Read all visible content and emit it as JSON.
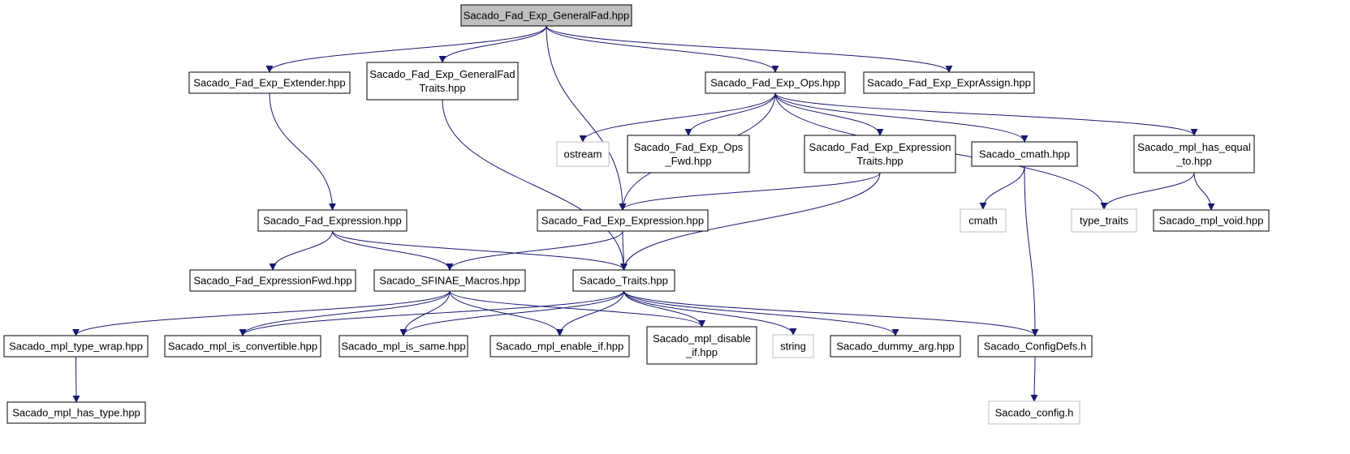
{
  "colors": {
    "background": "#ffffff",
    "root_fill": "#bfbfbf",
    "node_fill": "#ffffff",
    "node_border": "#000000",
    "system_border": "#bfbfbf",
    "edge": "#191970"
  },
  "nodes": {
    "root": {
      "lines": [
        "Sacado_Fad_Exp_GeneralFad.hpp"
      ],
      "kind": "root"
    },
    "extender": {
      "lines": [
        "Sacado_Fad_Exp_Extender.hpp"
      ],
      "kind": "file"
    },
    "generalfad_traits": {
      "lines": [
        "Sacado_Fad_Exp_GeneralFad",
        "Traits.hpp"
      ],
      "kind": "file"
    },
    "ops": {
      "lines": [
        "Sacado_Fad_Exp_Ops.hpp"
      ],
      "kind": "file"
    },
    "exprassign": {
      "lines": [
        "Sacado_Fad_Exp_ExprAssign.hpp"
      ],
      "kind": "file"
    },
    "ostream": {
      "lines": [
        "ostream"
      ],
      "kind": "system"
    },
    "ops_fwd": {
      "lines": [
        "Sacado_Fad_Exp_Ops",
        "_Fwd.hpp"
      ],
      "kind": "file"
    },
    "expression_traits": {
      "lines": [
        "Sacado_Fad_Exp_Expression",
        "Traits.hpp"
      ],
      "kind": "file"
    },
    "cmath_hpp": {
      "lines": [
        "Sacado_cmath.hpp"
      ],
      "kind": "file"
    },
    "mpl_has_equal_to": {
      "lines": [
        "Sacado_mpl_has_equal",
        "_to.hpp"
      ],
      "kind": "file"
    },
    "fad_expression": {
      "lines": [
        "Sacado_Fad_Expression.hpp"
      ],
      "kind": "file"
    },
    "exp_expression": {
      "lines": [
        "Sacado_Fad_Exp_Expression.hpp"
      ],
      "kind": "file"
    },
    "cmath": {
      "lines": [
        "cmath"
      ],
      "kind": "system"
    },
    "type_traits": {
      "lines": [
        "type_traits"
      ],
      "kind": "system"
    },
    "mpl_void": {
      "lines": [
        "Sacado_mpl_void.hpp"
      ],
      "kind": "file"
    },
    "expression_fwd": {
      "lines": [
        "Sacado_Fad_ExpressionFwd.hpp"
      ],
      "kind": "file"
    },
    "sfinae_macros": {
      "lines": [
        "Sacado_SFINAE_Macros.hpp"
      ],
      "kind": "file"
    },
    "traits": {
      "lines": [
        "Sacado_Traits.hpp"
      ],
      "kind": "file"
    },
    "mpl_type_wrap": {
      "lines": [
        "Sacado_mpl_type_wrap.hpp"
      ],
      "kind": "file"
    },
    "mpl_is_convertible": {
      "lines": [
        "Sacado_mpl_is_convertible.hpp"
      ],
      "kind": "file"
    },
    "mpl_is_same": {
      "lines": [
        "Sacado_mpl_is_same.hpp"
      ],
      "kind": "file"
    },
    "mpl_enable_if": {
      "lines": [
        "Sacado_mpl_enable_if.hpp"
      ],
      "kind": "file"
    },
    "mpl_disable_if": {
      "lines": [
        "Sacado_mpl_disable",
        "_if.hpp"
      ],
      "kind": "file"
    },
    "string": {
      "lines": [
        "string"
      ],
      "kind": "system"
    },
    "dummy_arg": {
      "lines": [
        "Sacado_dummy_arg.hpp"
      ],
      "kind": "file"
    },
    "configdefs": {
      "lines": [
        "Sacado_ConfigDefs.h"
      ],
      "kind": "file"
    },
    "mpl_has_type": {
      "lines": [
        "Sacado_mpl_has_type.hpp"
      ],
      "kind": "file"
    },
    "config_h": {
      "lines": [
        "Sacado_config.h"
      ],
      "kind": "system"
    }
  },
  "edges": [
    [
      "root",
      "extender"
    ],
    [
      "root",
      "generalfad_traits"
    ],
    [
      "root",
      "exp_expression"
    ],
    [
      "root",
      "ops"
    ],
    [
      "root",
      "exprassign"
    ],
    [
      "extender",
      "fad_expression"
    ],
    [
      "generalfad_traits",
      "traits"
    ],
    [
      "ops",
      "ostream"
    ],
    [
      "ops",
      "ops_fwd"
    ],
    [
      "ops",
      "expression_traits"
    ],
    [
      "ops",
      "cmath_hpp"
    ],
    [
      "ops",
      "mpl_has_equal_to"
    ],
    [
      "ops",
      "type_traits"
    ],
    [
      "ops",
      "exp_expression"
    ],
    [
      "expression_traits",
      "exp_expression"
    ],
    [
      "expression_traits",
      "traits"
    ],
    [
      "cmath_hpp",
      "cmath"
    ],
    [
      "cmath_hpp",
      "configdefs"
    ],
    [
      "mpl_has_equal_to",
      "type_traits"
    ],
    [
      "mpl_has_equal_to",
      "mpl_void"
    ],
    [
      "fad_expression",
      "expression_fwd"
    ],
    [
      "fad_expression",
      "sfinae_macros"
    ],
    [
      "fad_expression",
      "traits"
    ],
    [
      "exp_expression",
      "sfinae_macros"
    ],
    [
      "exp_expression",
      "traits"
    ],
    [
      "sfinae_macros",
      "mpl_type_wrap"
    ],
    [
      "sfinae_macros",
      "mpl_is_convertible"
    ],
    [
      "sfinae_macros",
      "mpl_is_same"
    ],
    [
      "sfinae_macros",
      "mpl_enable_if"
    ],
    [
      "sfinae_macros",
      "mpl_disable_if"
    ],
    [
      "traits",
      "mpl_is_convertible"
    ],
    [
      "traits",
      "mpl_is_same"
    ],
    [
      "traits",
      "mpl_enable_if"
    ],
    [
      "traits",
      "mpl_disable_if"
    ],
    [
      "traits",
      "string"
    ],
    [
      "traits",
      "dummy_arg"
    ],
    [
      "traits",
      "configdefs"
    ],
    [
      "mpl_type_wrap",
      "mpl_has_type"
    ],
    [
      "configdefs",
      "config_h"
    ]
  ]
}
